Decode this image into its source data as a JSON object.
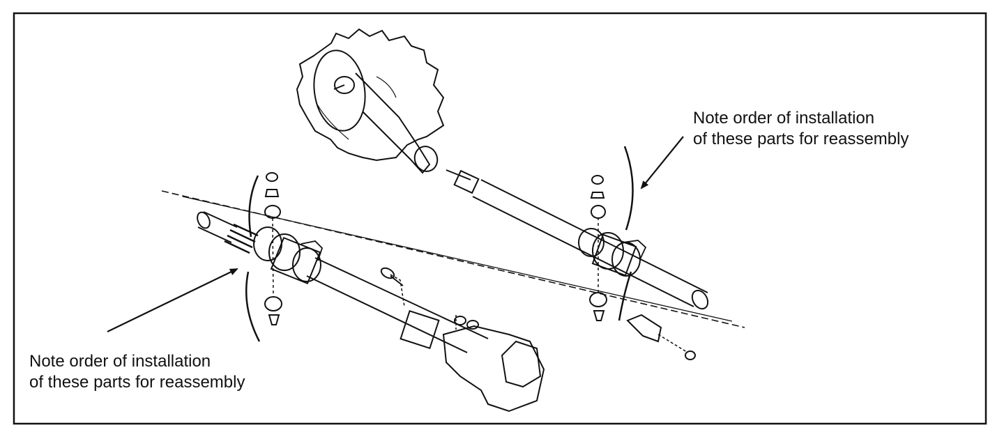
{
  "callouts": {
    "right": {
      "line1": "Note order of installation",
      "line2": "of these parts for reassembly"
    },
    "left": {
      "line1": "Note order of installation",
      "line2": "of these parts for reassembly"
    }
  },
  "colors": {
    "line": "#111111",
    "background": "#ffffff"
  }
}
